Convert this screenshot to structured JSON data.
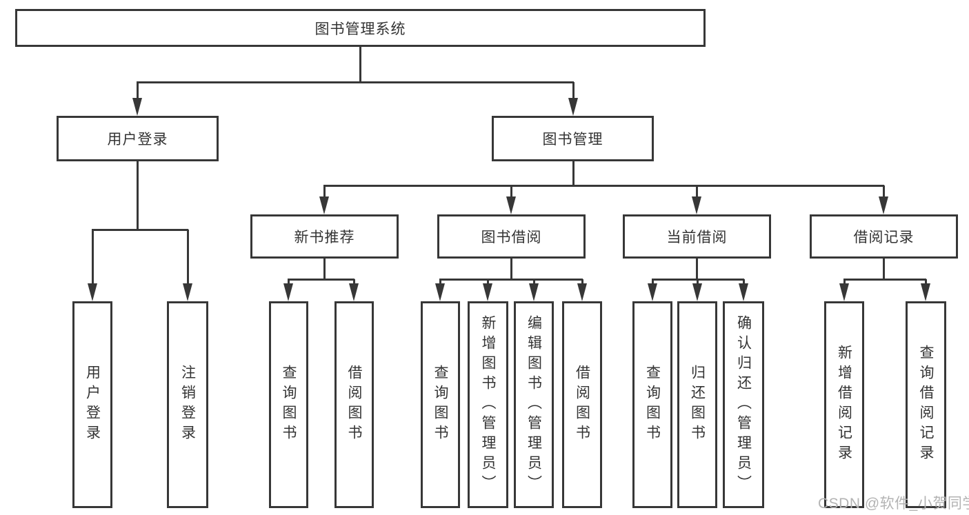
{
  "tree": {
    "root": {
      "label": "图书管理系统",
      "children": [
        {
          "label": "用户登录",
          "children": [
            {
              "label": "用户登录"
            },
            {
              "label": "注销登录"
            }
          ]
        },
        {
          "label": "图书管理",
          "children": [
            {
              "label": "新书推荐",
              "children": [
                {
                  "label": "查询图书"
                },
                {
                  "label": "借阅图书"
                }
              ]
            },
            {
              "label": "图书借阅",
              "children": [
                {
                  "label": "查询图书"
                },
                {
                  "label": "新增图书（管理员）"
                },
                {
                  "label": "编辑图书（管理员）"
                },
                {
                  "label": "借阅图书"
                }
              ]
            },
            {
              "label": "当前借阅",
              "children": [
                {
                  "label": "查询图书"
                },
                {
                  "label": "归还图书"
                },
                {
                  "label": "确认归还（管理员）"
                }
              ]
            },
            {
              "label": "借阅记录",
              "children": [
                {
                  "label": "新增借阅记录"
                },
                {
                  "label": "查询借阅记录"
                }
              ]
            }
          ]
        }
      ]
    }
  },
  "watermark": "CSDN @软件_小贺同学",
  "colors": {
    "line": "#373737",
    "text": "#333333",
    "watermark": "#b3b3b3",
    "background": "#ffffff"
  }
}
